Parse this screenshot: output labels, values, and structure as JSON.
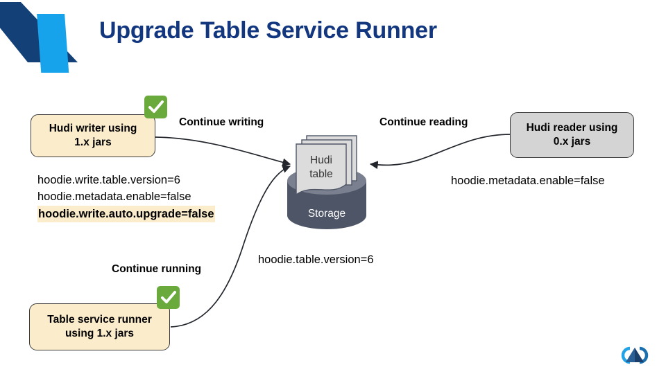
{
  "slide": {
    "title": "Upgrade Table Service Runner",
    "title_color": "#12377e",
    "background": "#ffffff"
  },
  "corner_logo": {
    "name": "decorative-corner-ribbon",
    "dark_color": "#134077",
    "light_color": "#17a3ec"
  },
  "nodes": {
    "writer": {
      "label": "Hudi writer using 1.x jars",
      "line1": "Hudi writer using",
      "line2": "1.x jars",
      "fill": "#fbeccb",
      "status": "ok"
    },
    "runner": {
      "label": "Table service runner using 1.x jars",
      "line1": "Table service runner",
      "line2": "using 1.x jars",
      "fill": "#fbeccb",
      "status": "ok"
    },
    "reader": {
      "label": "Hudi reader using 0.x jars",
      "line1": "Hudi reader using",
      "line2": "0.x jars",
      "fill": "#d4d4d4",
      "status": "none"
    },
    "table": {
      "line1": "Hudi",
      "line2": "table",
      "fill": "#d9d9d9"
    },
    "storage": {
      "label": "Storage",
      "fill": "#4e5566"
    }
  },
  "edges": {
    "writing": "Continue writing",
    "reading": "Continue reading",
    "running": "Continue running"
  },
  "configs": {
    "writer": [
      {
        "text": "hoodie.write.table.version=6",
        "highlight": false
      },
      {
        "text": "hoodie.metadata.enable=false",
        "highlight": false
      },
      {
        "text": "hoodie.write.auto.upgrade=false",
        "highlight": true
      }
    ],
    "reader": [
      {
        "text": "hoodie.metadata.enable=false",
        "highlight": false
      }
    ],
    "table": [
      {
        "text": "hoodie.table.version=6",
        "highlight": false
      }
    ]
  },
  "status_badge": {
    "icon": "green-check-icon",
    "fill": "#6aaa3c",
    "glyph": "✔"
  },
  "brand": {
    "name": "apache-hudi-logo",
    "dark_color": "#1b3f6b",
    "light_color": "#22a3e8"
  }
}
